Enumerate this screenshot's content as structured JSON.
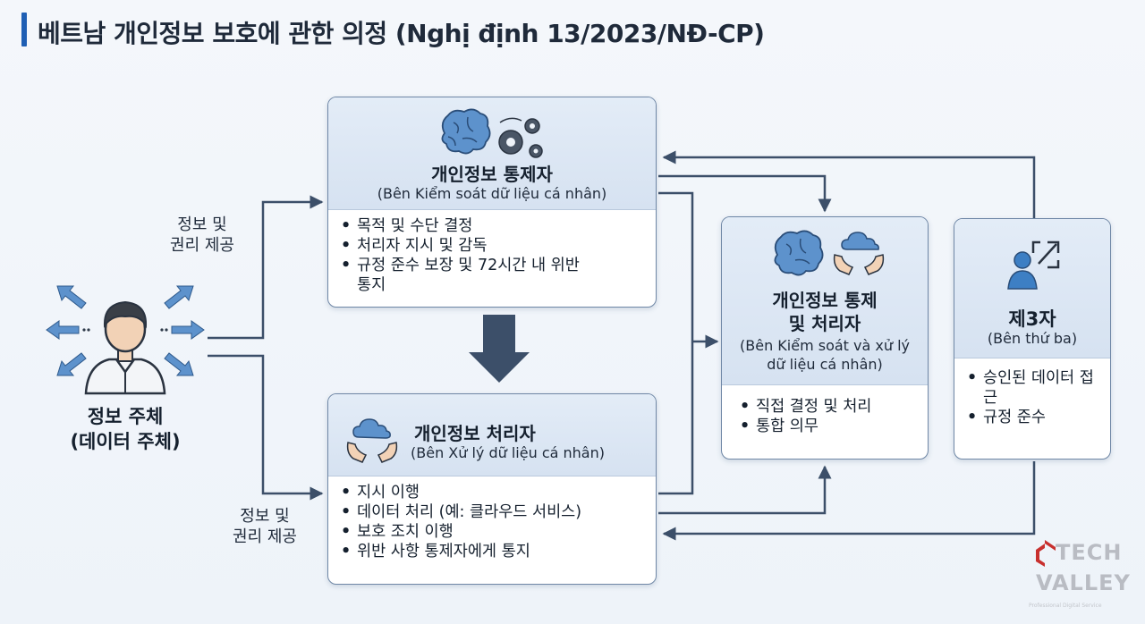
{
  "title": "베트남 개인정보 보호에 관한 의정 (Nghị định 13/2023/NĐ-CP)",
  "subject": {
    "line1": "정보 주체",
    "line2": "(데이터 주체)"
  },
  "labels": {
    "upper_flow": {
      "line1": "정보 및",
      "line2": "권리 제공"
    },
    "lower_flow": {
      "line1": "정보 및",
      "line2": "권리 제공"
    }
  },
  "controller": {
    "title": "개인정보 통제자",
    "subtitle": "(Bên Kiểm soát dữ liệu cá nhân)",
    "items": [
      "목적 및 수단 결정",
      "처리자 지시 및 감독",
      "규정 준수 보장 및 72시간 내 위반",
      "통지"
    ]
  },
  "processor": {
    "title": "개인정보 처리자",
    "subtitle": "(Bên Xử lý dữ liệu cá nhân)",
    "items": [
      "지시 이행",
      "데이터 처리 (예: 클라우드 서비스)",
      "보호 조치 이행",
      "위반 사항 통제자에게 통지"
    ]
  },
  "joint": {
    "title_line1": "개인정보 통제",
    "title_line2": "및 처리자",
    "subtitle_line1": "(Bên Kiểm soát và xử lý",
    "subtitle_line2": "dữ liệu cá nhân)",
    "items": [
      "직접 결정 및 처리",
      "통합 의무"
    ]
  },
  "third_party": {
    "title": "제3자",
    "subtitle": "(Bên thứ ba)",
    "items": [
      "승인된 데이터 접근",
      "규정 준수"
    ]
  },
  "logo": {
    "line1": "TECH",
    "line2": "VALLEY",
    "tagline": "Professional Digital Service"
  },
  "colors": {
    "accent": "#1f5fb4",
    "arrow": "#3c4f69",
    "box_border": "#6f87a6",
    "header_fill": "#dce6f3",
    "icon_blue": "#3d7fc4"
  }
}
